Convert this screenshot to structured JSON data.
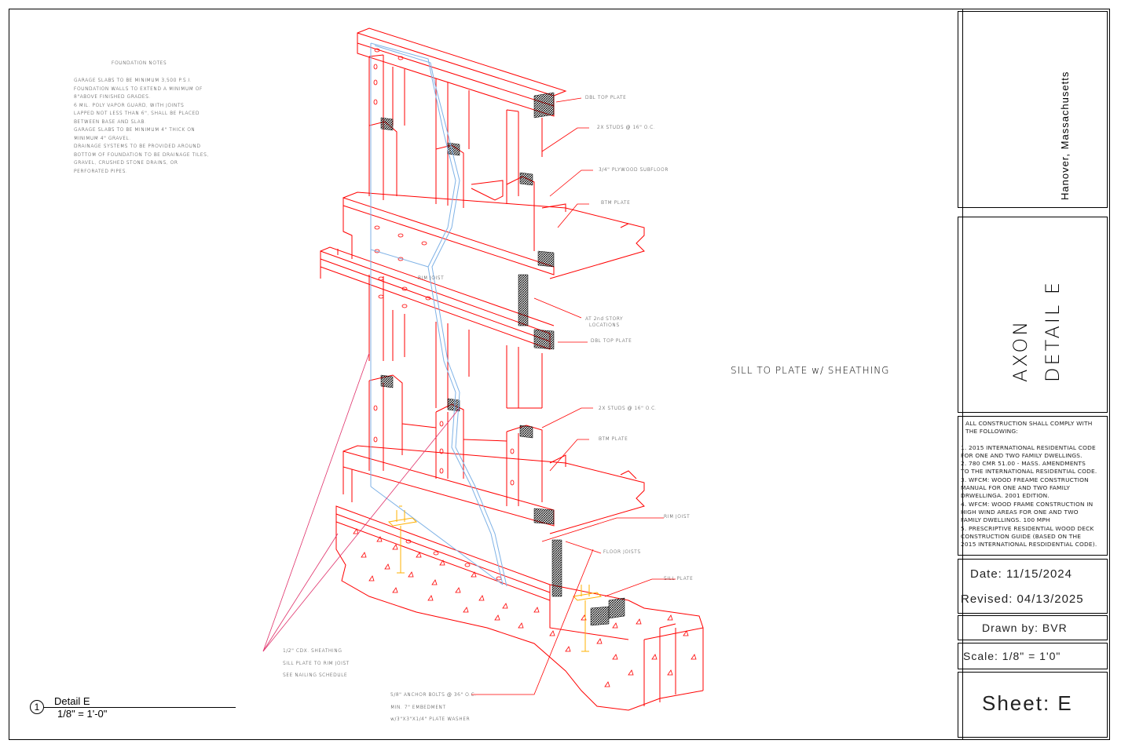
{
  "foundation_notes": {
    "title": "FOUNDATION NOTES",
    "lines": [
      "GARAGE SLABS TO BE MINIMUM 3,500 P.S.I.",
      "FOUNDATION WALLS TO EXTEND A MINIMUM OF",
      "8\"ABOVE FINISHED GRADES.",
      "6 MIL. POLY VAPOR GUARD, WITH JOINTS",
      "LAPPED NOT LESS THAN 6\", SHALL BE PLACED",
      "BETWEEN BASE AND SLAB.",
      "GARAGE SLABS TO BE MINIMUM 4\" THICK ON",
      "MINIMUM 4\" GRAVEL.",
      "DRAINAGE SYSTEMS TO BE PROVIDED AROUND",
      "BOTTOM OF FOUNDATION TO BE DRAINAGE TILES,",
      "GRAVEL, CRUSHED STONE DRAINS, OR",
      "PERFORATED PIPES."
    ]
  },
  "labels": {
    "dbl_top_plate_1": "DBL TOP PLATE",
    "studs_1": "2X STUDS @ 16\" O.C.",
    "plywood": "3/4\" PLYWOOD SUBFLOOR",
    "btm_plate_1": "BTM PLATE",
    "rim_joist_1": "RIM JOIST",
    "story_1": "AT 2nd STORY",
    "story_2": "LOCATIONS",
    "dbl_top_plate_2": "DBL TOP PLATE",
    "studs_2": "2X STUDS @ 16\" O.C.",
    "btm_plate_2": "BTM PLATE",
    "rim_joist_2": "RIM JOIST",
    "floor_joists": "FLOOR JOISTS",
    "sill_plate": "SILL PLATE",
    "sheathing_1": "1/2\" CDX. SHEATHING",
    "sheathing_2": "SILL PLATE TO RIM JOIST",
    "sheathing_3": "SEE NAILING SCHEDULE",
    "anchor_1": "5/8\" ANCHOR BOLTS @ 36\" O.C.",
    "anchor_2": "MIN. 7\" EMBEDMENT",
    "anchor_3": "w/3\"X3\"X1/4\" PLATE WASHER"
  },
  "drawing_title": "SILL TO PLATE w/ SHEATHING",
  "detail_tag": {
    "number": "1",
    "name": "Detail E",
    "scale": "1/8\" = 1'-0\""
  },
  "title_block": {
    "location": "Hanover, Massachusetts",
    "title_line1": "AXON",
    "title_line2": "DETAIL E",
    "code_notes": [
      "ALL CONSTRUCTION SHALL COMPLY WITH",
      "THE FOLLOWING:",
      "",
      "1. 2015 INTERNATIONAL RESIDENTIAL CODE",
      "FOR ONE AND TWO FAMILY DWELLINGS.",
      "2. 780 CMR 51.00 - MASS. AMENDMENTS",
      "TO THE INTERNATIONAL RESIDENTIAL CODE.",
      "3. WFCM: WOOD FREAME CONSTRUCTION",
      "MANUAL FOR ONE AND TWO FAMILY",
      "DRWELLINGA. 2001 EDITION.",
      "4. WFCM: WOOD FRAME CONSTRUCTION IN",
      "HIGH WIND AREAS FOR ONE AND TWO",
      "FAMILY DWELLINGS. 100 MPH",
      "5. PRESCRIPTIVE RESIDENTIAL WOOD DECK",
      "CONSTRUCTION GUIDE (BASED ON THE",
      "2015 INTERNATIONAL RESDIDENTIAL CODE)."
    ],
    "date": "Date: 11/15/2024",
    "revised": "Revised: 04/13/2025",
    "drawn_by": "Drawn by: BVR",
    "scale": "Scale: 1/8\" = 1'0\"",
    "sheet": "Sheet: E"
  },
  "colors": {
    "framing": "#ff0000",
    "sheathing": "#7fb2e6",
    "anchor": "#ffb000",
    "leader": "#e0306a"
  }
}
